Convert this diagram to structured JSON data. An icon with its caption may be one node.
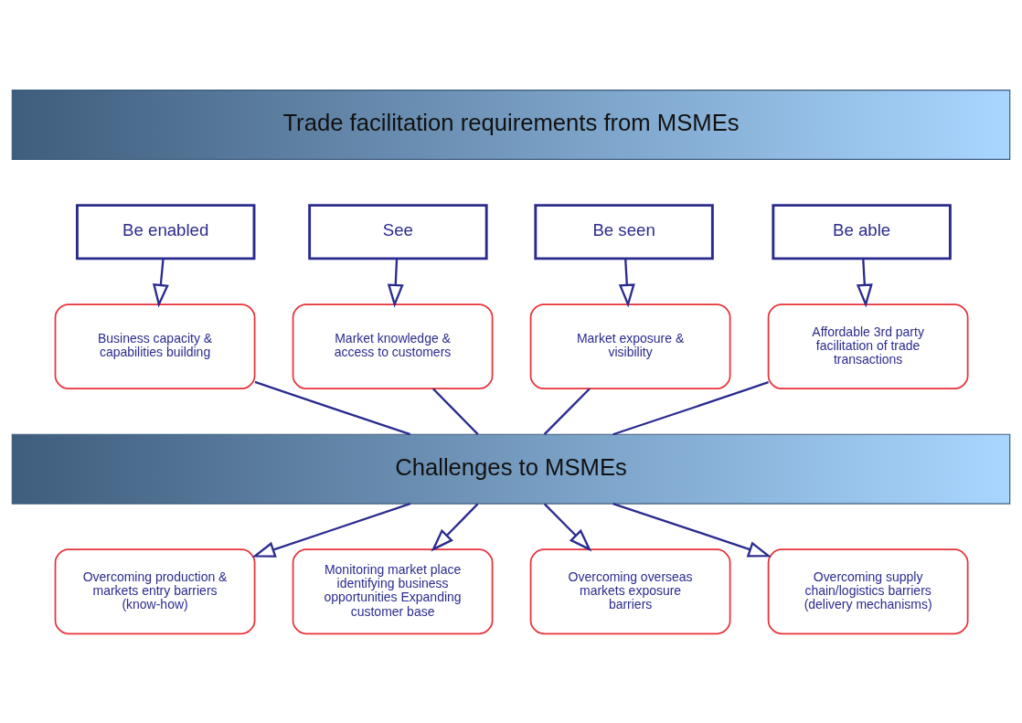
{
  "diagram": {
    "nodes": [
      {
        "text": [
          "Trade facilitation requirements from MSMEs"
        ]
      },
      {
        "text": [
          "Be enabled"
        ]
      },
      {
        "text": [
          "See"
        ]
      },
      {
        "text": [
          "Be seen"
        ]
      },
      {
        "text": [
          "Be able"
        ]
      },
      {
        "text": [
          "Business capacity & capabilities building"
        ]
      },
      {
        "text": [
          "Market knowledge & access to customers"
        ]
      },
      {
        "text": [
          "Market exposure & visibility"
        ]
      },
      {
        "text": [
          "Affordable 3rd party facilitation of trade transactions"
        ]
      },
      {
        "text": [
          "Challenges to MSMEs"
        ]
      },
      {
        "text": [
          "Overcoming production & markets entry barriers (know-how)"
        ]
      },
      {
        "text": [
          "Monitoring market place identifying business opportunities Expanding customer base"
        ]
      },
      {
        "text": [
          "Overcoming overseas markets exposure barriers"
        ]
      },
      {
        "text": [
          "Overcoming supply chain/logistics barriers (delivery mechanisms)"
        ]
      }
    ],
    "edges": [
      {
        "from": 1,
        "to": 5,
        "arrow": "to"
      },
      {
        "from": 2,
        "to": 6,
        "arrow": "to"
      },
      {
        "from": 3,
        "to": 7,
        "arrow": "to"
      },
      {
        "from": 4,
        "to": 8,
        "arrow": "to"
      },
      {
        "from": 5,
        "to": 9,
        "arrow": "none"
      },
      {
        "from": 6,
        "to": 9,
        "arrow": "none"
      },
      {
        "from": 7,
        "to": 9,
        "arrow": "none"
      },
      {
        "from": 8,
        "to": 9,
        "arrow": "none"
      },
      {
        "from": 9,
        "to": 10,
        "arrow": "to"
      },
      {
        "from": 9,
        "to": 11,
        "arrow": "to"
      },
      {
        "from": 9,
        "to": 12,
        "arrow": "to"
      },
      {
        "from": 9,
        "to": 13,
        "arrow": "to"
      }
    ]
  }
}
